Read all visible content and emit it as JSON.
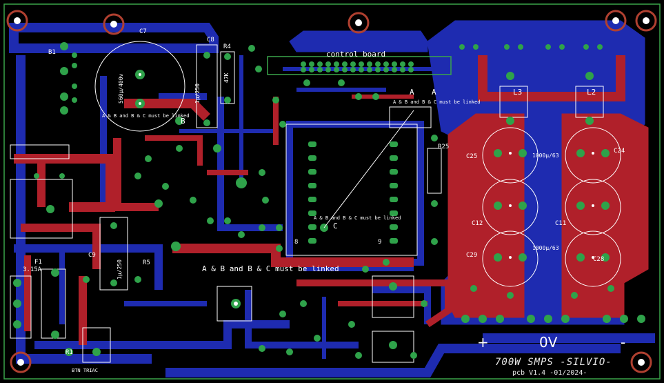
{
  "board": {
    "title": "700W SMPS -SILVIO-",
    "version": "pcb V1.4 -01/2024-",
    "control_board_label": "control board",
    "link_note": "A & B and B & C must be linked",
    "link_note_small": "A & B and B & C must be linked",
    "plus_sign": "+",
    "ov_label": "0V",
    "minus_sign": "-",
    "colors": {
      "top_copper": "#b0202a",
      "bottom_copper": "#1e2bb0",
      "pad": "#2fa24a",
      "silk": "#ffffff",
      "outline": "#3aa64a"
    }
  },
  "components": {
    "c7": "C7",
    "c7_value": "560µ/400v",
    "b1": "B1",
    "c8": "C8",
    "c8_value": "1µ/250",
    "r4": "R4",
    "r4_value": "47K",
    "l3": "L3",
    "l2": "L2",
    "r25": "R25",
    "c25": "C25",
    "c24": "C24",
    "c12": "C12",
    "c11": "C11",
    "c29": "C29",
    "c28": "C28",
    "cap_value_top": "1000µ/63",
    "cap_value_bottom": "1000µ/63",
    "c9": "C9",
    "c9_value": "1µ/250",
    "r5": "R5",
    "f1": "F1",
    "f1_value": "3.15A",
    "r1": "R1",
    "btn_label": "BTN TRIAC",
    "label_a": "A",
    "label_b": "B",
    "label_c": "C",
    "label_aa": "A",
    "label_num": "9",
    "label_8": "8"
  }
}
